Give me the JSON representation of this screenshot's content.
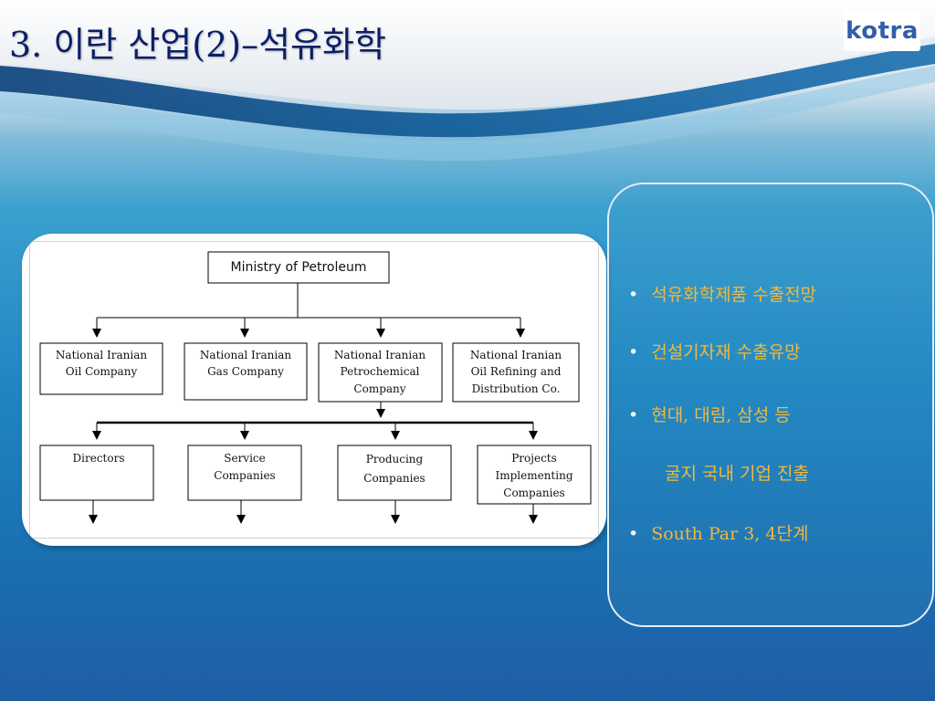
{
  "slide": {
    "title": "3. 이란 산업(2)–석유화학",
    "logo_text": "kotra"
  },
  "org_chart": {
    "root": "Ministry of Petroleum",
    "level1": [
      [
        "National Iranian",
        "Oil Company"
      ],
      [
        "National Iranian",
        "Gas Company"
      ],
      [
        "National Iranian",
        "Petrochemical",
        "Company"
      ],
      [
        "National Iranian",
        "Oil Refining and",
        "Distribution Co."
      ]
    ],
    "level2": [
      [
        "Directors"
      ],
      [
        "Service",
        "Companies"
      ],
      [
        "Producing",
        "Companies"
      ],
      [
        "Projects",
        "Implementing",
        "Companies"
      ]
    ]
  },
  "bullets": {
    "items": [
      "석유화학제품 수출전망",
      "건설기자재 수출유망",
      "현대, 대림, 삼성 등",
      "South Par 3, 4단계"
    ],
    "continuation": "굴지 국내 기업 진출"
  },
  "colors": {
    "title": "#0b1f66",
    "bullet_text": "#f2b83a",
    "logo": "#2f5fa8"
  }
}
